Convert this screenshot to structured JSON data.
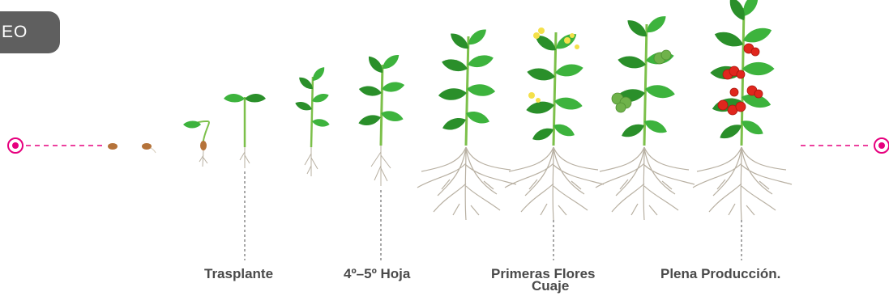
{
  "header": {
    "tab_label": "EO"
  },
  "stages": {
    "trasplante": "Trasplante",
    "hoja": "4º–5º Hoja",
    "flores": "Primeras Flores",
    "cuaje": "Cuaje",
    "produccion": "Plena Producción."
  },
  "colors": {
    "accent": "#e6007e",
    "leaf": "#3db33d",
    "leaf_dark": "#2a8f2a",
    "stem": "#7cc04a",
    "root": "#b8b0a2",
    "fruit_red": "#e0261d",
    "fruit_green": "#6fb24a",
    "flower": "#f4e04a",
    "seed": "#b5733a",
    "tab": "#5f5f5f"
  }
}
